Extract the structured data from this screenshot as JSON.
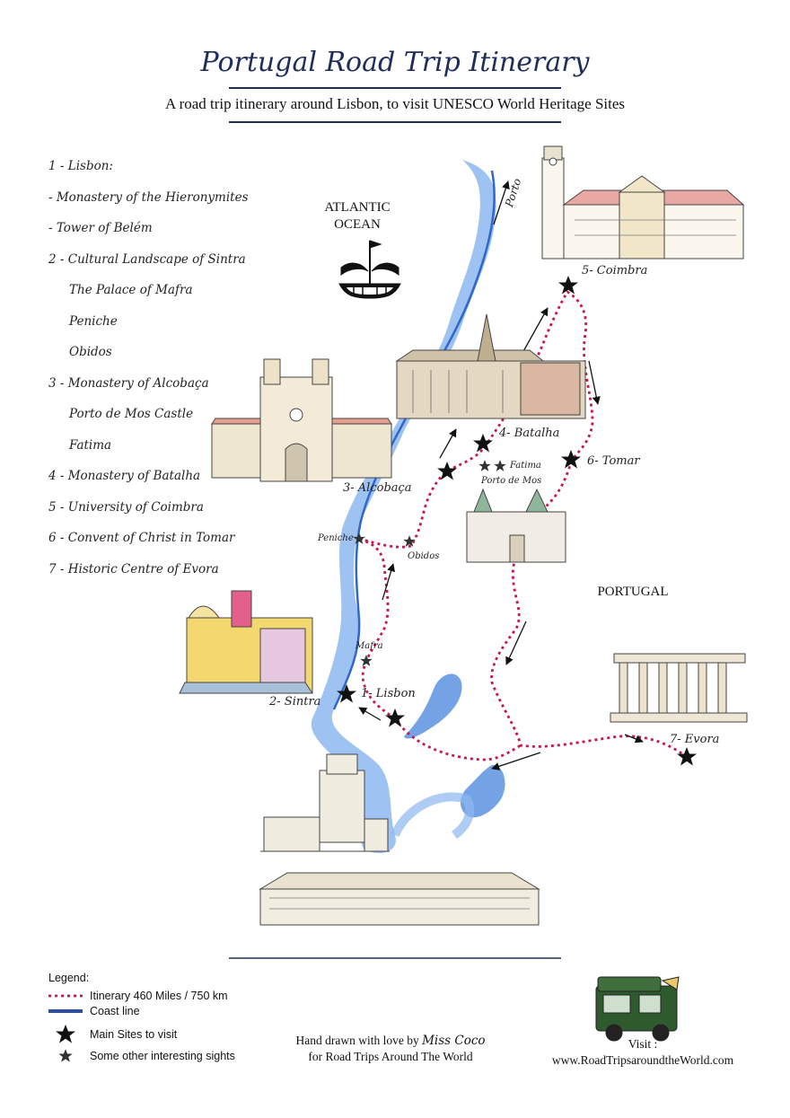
{
  "header": {
    "title": "Portugal Road Trip Itinerary",
    "subtitle": "A road trip itinerary around Lisbon, to visit UNESCO World Heritage Sites"
  },
  "sites_list": [
    {
      "text": "1 - Lisbon:",
      "indent": false
    },
    {
      "text": "- Monastery of the Hieronymites",
      "indent": false
    },
    {
      "text": "- Tower of Belém",
      "indent": false
    },
    {
      "text": "2 - Cultural Landscape of Sintra",
      "indent": false
    },
    {
      "text": "The Palace of Mafra",
      "indent": true
    },
    {
      "text": "Peniche",
      "indent": true
    },
    {
      "text": "Obidos",
      "indent": true
    },
    {
      "text": "3 - Monastery of Alcobaça",
      "indent": false
    },
    {
      "text": "Porto de Mos Castle",
      "indent": true
    },
    {
      "text": "Fatima",
      "indent": true
    },
    {
      "text": "4 - Monastery of Batalha",
      "indent": false
    },
    {
      "text": "5 - University of Coimbra",
      "indent": false
    },
    {
      "text": "6 - Convent of Christ in Tomar",
      "indent": false
    },
    {
      "text": "7 - Historic Centre of Evora",
      "indent": false
    }
  ],
  "map": {
    "ocean_label": "ATLANTIC\nOCEAN",
    "country_label": "PORTUGAL",
    "places": {
      "porto": "Porto",
      "coimbra": "5- Coimbra",
      "batalha": "4- Batalha",
      "fatima": "Fatima",
      "porto_de_mos": "Porto de Mos",
      "tomar": "6- Tomar",
      "alcobaca": "3- Alcobaça",
      "peniche": "Peniche",
      "obidos": "Obidos",
      "mafra": "Mafra",
      "sintra": "2- Sintra",
      "lisbon": "1- Lisbon",
      "evora": "7- Evora"
    },
    "colors": {
      "route": "#c8174f",
      "coast": "#3a78d6",
      "coast_light": "#b9d4f5",
      "ink": "#111111"
    }
  },
  "legend": {
    "heading": "Legend:",
    "itinerary": "Itinerary 460 Miles / 750 km",
    "coast": "Coast line",
    "main_sites": "Main Sites to visit",
    "other_sights": "Some other interesting sights"
  },
  "credit": {
    "line1_prefix": "Hand drawn with love by",
    "author": "Miss Coco",
    "line2": "for Road Trips Around The World"
  },
  "visit": {
    "label": "Visit :",
    "url": "www.RoadTripsaroundtheWorld.com"
  },
  "icons": {
    "ship": "ship-icon",
    "main_star": "star-icon",
    "car": "car-icon"
  }
}
